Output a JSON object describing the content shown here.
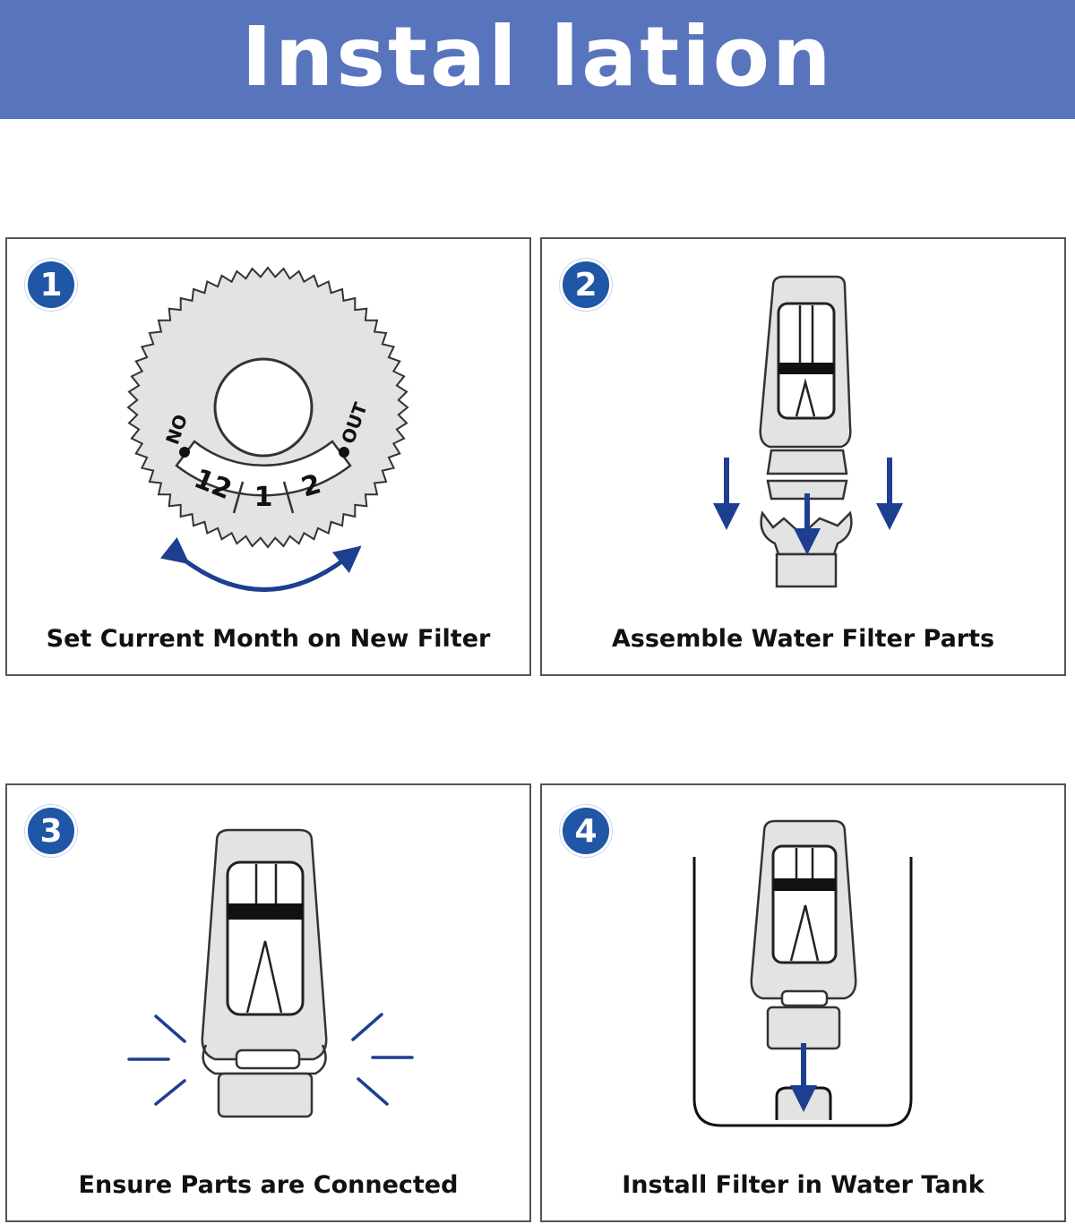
{
  "header": {
    "title": "Instal lation"
  },
  "colors": {
    "header_bg": "#5874bd",
    "badge": "#1f56a6",
    "arrow": "#1d3f8f",
    "part_fill": "#e3e3e3"
  },
  "steps": [
    {
      "number": "1",
      "caption": "Set Current Month on New Filter"
    },
    {
      "number": "2",
      "caption": "Assemble Water Filter Parts"
    },
    {
      "number": "3",
      "caption": "Ensure Parts are Connected"
    },
    {
      "number": "4",
      "caption": "Install Filter in Water Tank"
    }
  ],
  "dial": {
    "left_label": "ON",
    "right_label": "OUT",
    "months": [
      "12",
      "1",
      "2"
    ]
  }
}
